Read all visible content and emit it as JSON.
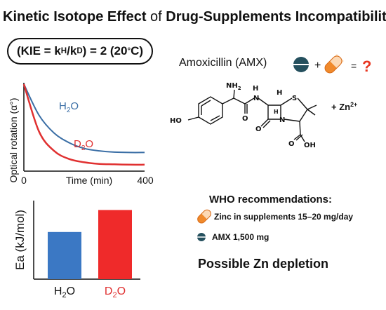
{
  "title": {
    "part1": "Kinetic Isotope Effect",
    "part2": " of ",
    "part3": "Drug-Supplements Incompatibility"
  },
  "kie": {
    "open": "(KIE = k",
    "sub_h": "H",
    "mid": "/k",
    "sub_d": "D",
    "close": ") = 2 (20",
    "deg": "°",
    "end": "C)"
  },
  "amx": {
    "name": "Amoxicillin (AMX)",
    "plus": "+",
    "equals": "=",
    "question": "?",
    "zn_prefix": "+ Zn",
    "zn_charge": "2+",
    "atoms": {
      "nh2_n": "NH",
      "nh2_2": "2",
      "h1": "H",
      "n1": "N",
      "h2": "H",
      "s": "S",
      "ho": "HO",
      "o1": "O",
      "n2": "N",
      "h3": "H",
      "o2": "O",
      "o3": "O",
      "oh": "OH"
    }
  },
  "colors": {
    "h2o_series": "#3a6ea5",
    "d2o_series": "#e03030",
    "bar_h2o": "#3b78c4",
    "bar_d2o": "#ef2a2a",
    "question": "#e8351f",
    "capsule_orange": "#f08a2c",
    "tablet": "#25505e"
  },
  "chart_data": [
    {
      "type": "line",
      "ylabel": "Optical rotation (α°)",
      "xlabel": "Time (min)",
      "tick_labels": [
        "0",
        "400"
      ],
      "xlim": [
        0,
        400
      ],
      "grid": false,
      "series": [
        {
          "name": "H",
          "sub": "2",
          "tail": "O",
          "x": [
            0,
            50,
            100,
            150,
            200,
            250,
            300,
            350,
            400
          ],
          "values": [
            1.0,
            0.62,
            0.4,
            0.28,
            0.21,
            0.18,
            0.165,
            0.16,
            0.16
          ]
        },
        {
          "name": "D",
          "sub": "2",
          "tail": "O",
          "x": [
            0,
            50,
            100,
            150,
            200,
            250,
            300,
            350,
            400
          ],
          "values": [
            1.0,
            0.42,
            0.18,
            0.08,
            0.04,
            0.02,
            0.015,
            0.01,
            0.01
          ]
        }
      ]
    },
    {
      "type": "bar",
      "ylabel": "Ea (kJ/mol)",
      "categories": [
        {
          "main": "H",
          "sub": "2",
          "tail": "O"
        },
        {
          "main": "D",
          "sub": "2",
          "tail": "O"
        }
      ],
      "values": [
        60,
        88
      ],
      "ylim": [
        0,
        100
      ],
      "grid": false
    }
  ],
  "who": {
    "title": "WHO recommendations:",
    "zinc": "Zinc in supplements 15–20 mg/day",
    "amx": "AMX 1,500 mg"
  },
  "conclusion": "Possible Zn depletion"
}
